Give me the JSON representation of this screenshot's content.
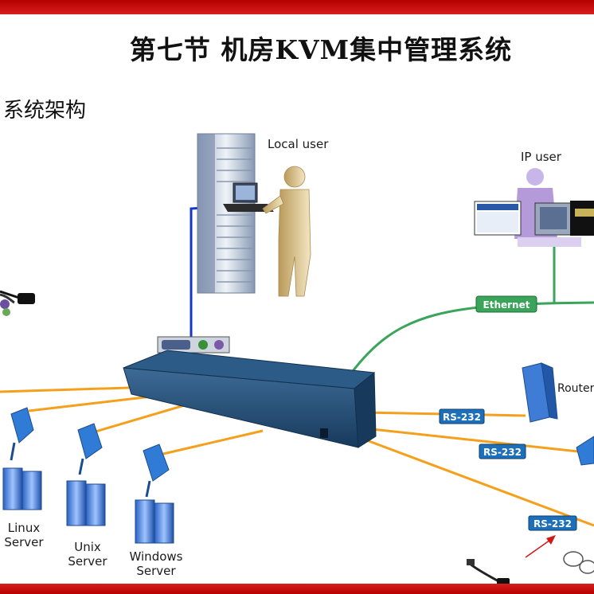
{
  "title": "第七节   机房KVM集中管理系统",
  "subtitle": "系统架构",
  "labels": {
    "local_user": "Local user",
    "ip_user": "IP user",
    "ethernet": "Ethernet",
    "router": "Router",
    "rs232_1": "RS-232",
    "rs232_2": "RS-232",
    "rs232_3": "RS-232",
    "linux_server": [
      "Linux",
      "Server"
    ],
    "unix_server": [
      "Unix",
      "Server"
    ],
    "windows_server": [
      "Windows",
      "Server"
    ]
  },
  "colors": {
    "accent_red": "#c8101a",
    "cable_orange": "#f5a01c",
    "ethernet_green": "#3aa45a",
    "vga_blue": "#1636c8",
    "kvm_blue": "#1e4a74"
  }
}
